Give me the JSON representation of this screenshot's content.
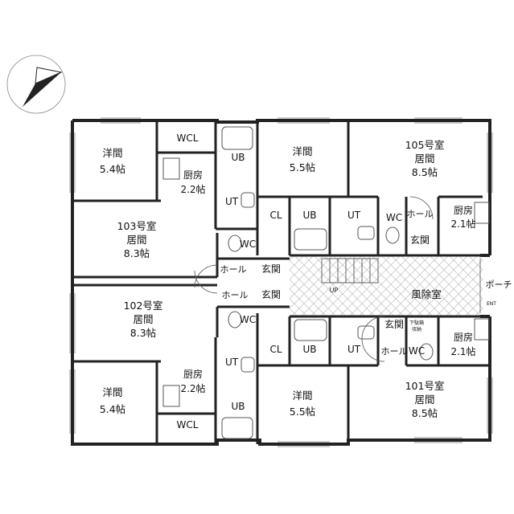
{
  "plan": {
    "labels": {
      "u103_yoma": "洋間",
      "u103_yoma_size": "5.4帖",
      "u103_wcl": "WCL",
      "u103_kitchen": "厨房",
      "u103_kitchen_size": "2.2帖",
      "u103_room": "103号室",
      "u103_living": "居間",
      "u103_living_size": "8.3帖",
      "u103_hall": "ホール",
      "u103_genkan": "玄関",
      "u103_ub": "UB",
      "u103_ut": "UT",
      "u103_wc": "WC",
      "u104_yoma": "洋間",
      "u104_yoma_size": "5.5帖",
      "u104_cl": "CL",
      "u104_ub": "UB",
      "u104_ut": "UT",
      "u105_room": "105号室",
      "u105_living": "居間",
      "u105_living_size": "8.5帖",
      "u105_wc": "WC",
      "u105_hall": "ホール",
      "u105_genkan": "玄関",
      "u105_kitchen": "厨房",
      "u105_kitchen_size": "2.1帖",
      "u102_room": "102号室",
      "u102_living": "居間",
      "u102_living_size": "8.3帖",
      "u102_hall": "ホール",
      "u102_genkan": "玄関",
      "u102_wc": "WC",
      "u102_ut": "UT",
      "u102_ub": "UB",
      "u102_kitchen": "厨房",
      "u102_kitchen_size": "2.2帖",
      "u102_yoma": "洋間",
      "u102_yoma_size": "5.4帖",
      "u102_wcl": "WCL",
      "u106_cl": "CL",
      "u106_ub": "UB",
      "u106_ut": "UT",
      "u106_yoma": "洋間",
      "u106_yoma_size": "5.5帖",
      "u101_genkan": "玄関",
      "u101_storage_1": "下駄箱",
      "u101_storage_2": "収納",
      "u101_hall": "ホール",
      "u101_wc": "WC",
      "u101_kitchen": "厨房",
      "u101_kitchen_size": "2.1帖",
      "u101_room": "101号室",
      "u101_living": "居間",
      "u101_living_size": "8.5帖",
      "windbreak": "風除室",
      "porch": "ポーチ",
      "entrance_mark": "ENT",
      "up_mark": "UP"
    },
    "icons": {
      "north_arrow": "north-arrow-icon",
      "stair": "stair-icon",
      "toilet": "toilet-icon",
      "bathtub": "bathtub-icon",
      "sink": "sink-icon",
      "stove": "stove-icon"
    },
    "colors": {
      "wall": "#222222",
      "window": "#9a9a9a",
      "floor_tile": "#bdbdbd",
      "background": "#ffffff"
    }
  }
}
